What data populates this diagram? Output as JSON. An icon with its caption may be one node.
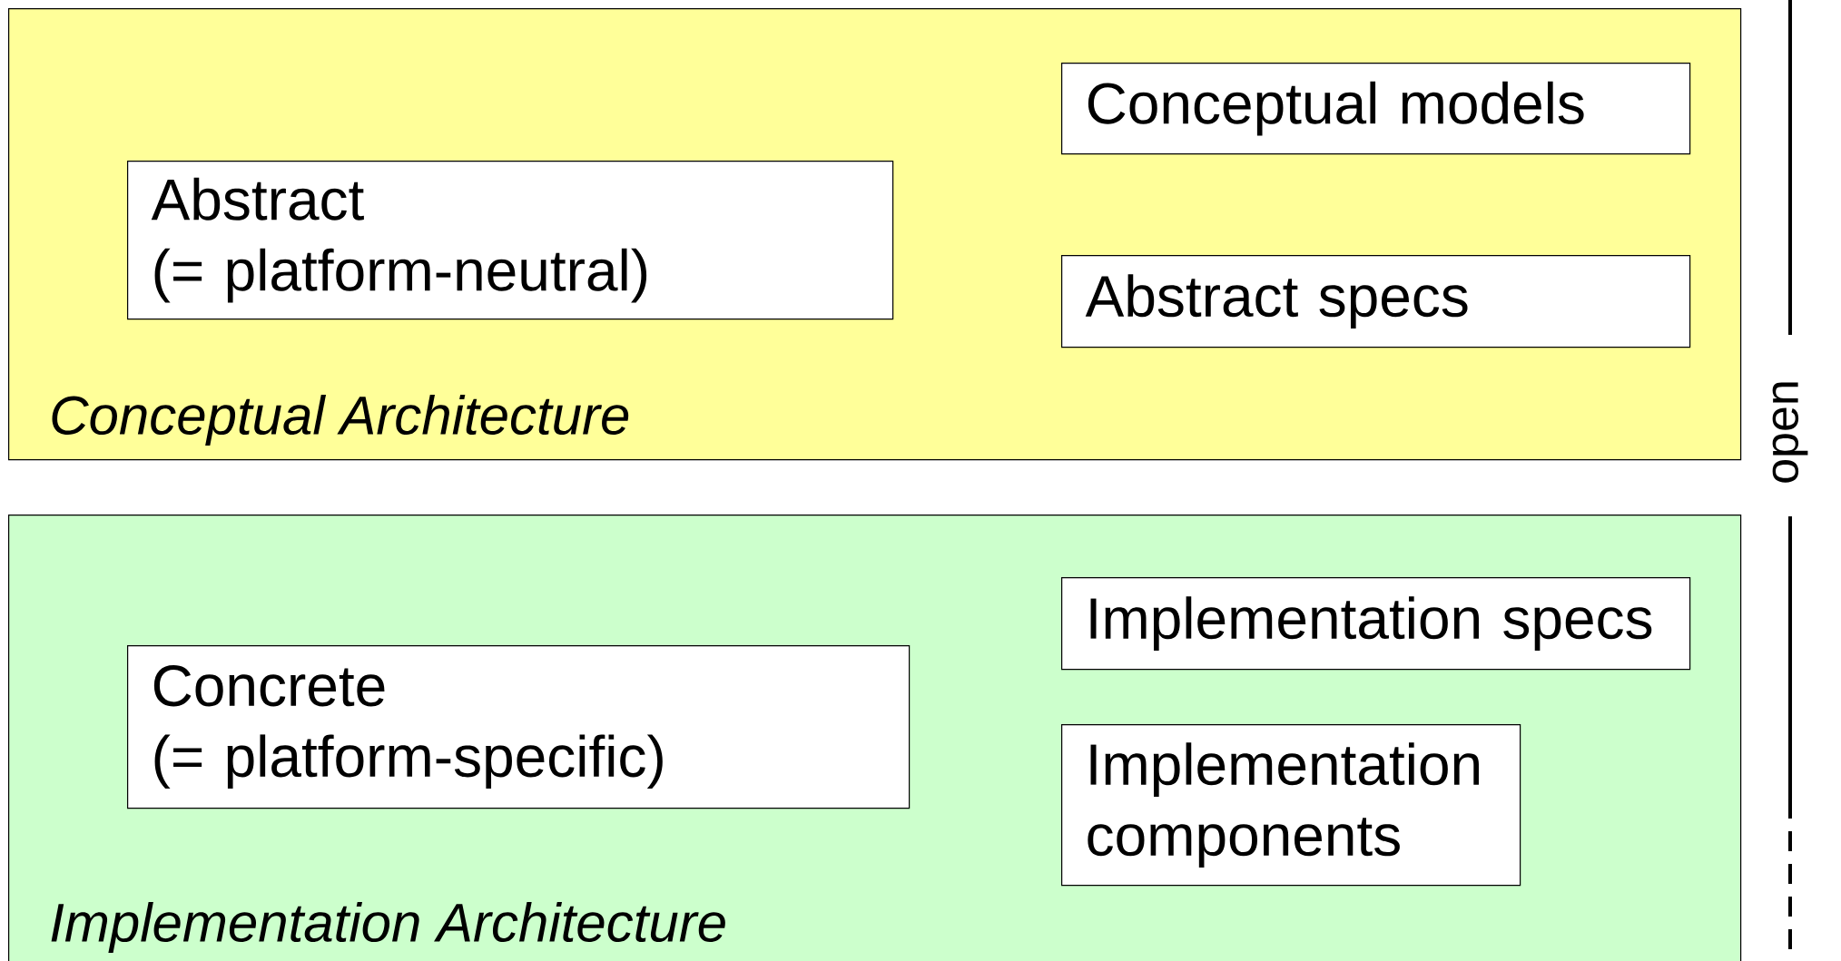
{
  "diagram": {
    "nodes": [
      {
        "text": [
          "Conceptual Architecture"
        ]
      },
      {
        "text": [
          "Abstract (= platform-neutral)"
        ],
        "in": 0
      },
      {
        "text": [
          "Conceptual models"
        ],
        "in": 0
      },
      {
        "text": [
          "Abstract specs"
        ],
        "in": 0
      },
      {
        "text": [
          "Implementation Architecture"
        ]
      },
      {
        "text": [
          "Concrete (= platform-specific)"
        ],
        "in": 4
      },
      {
        "text": [
          "Implementation specs"
        ],
        "in": 4
      },
      {
        "text": [
          "Implementation components"
        ],
        "in": 4
      }
    ],
    "labels": [
      "open"
    ]
  }
}
